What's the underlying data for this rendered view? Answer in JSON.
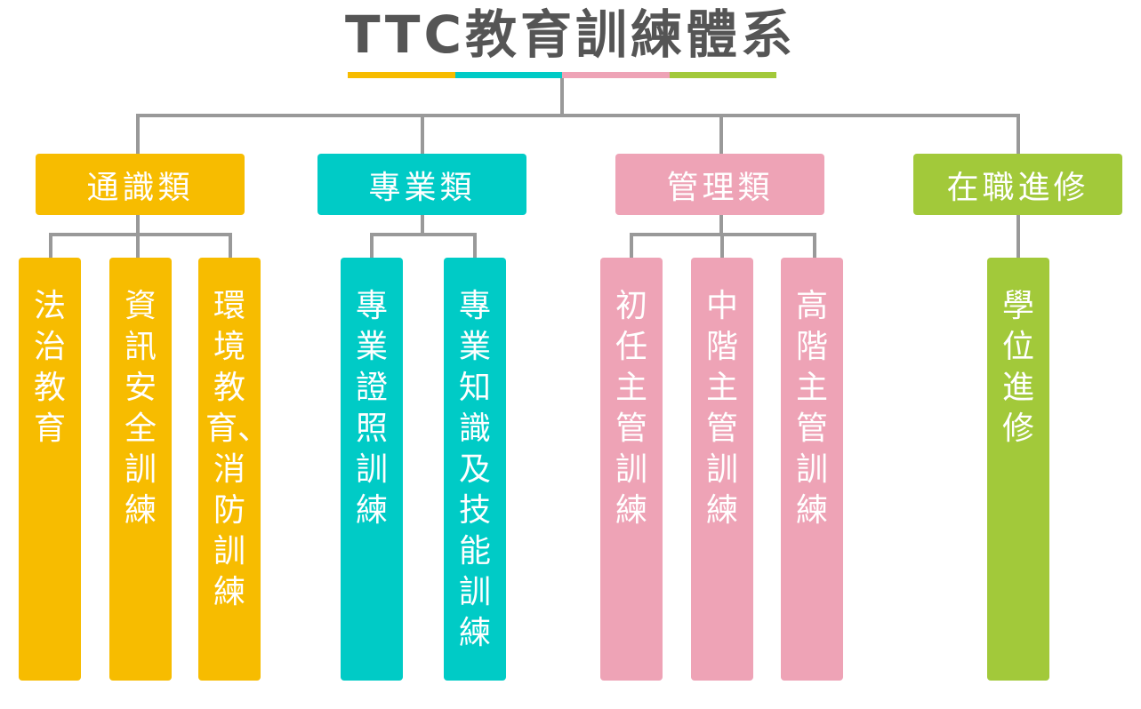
{
  "title": "TTC教育訓練體系",
  "colors": {
    "yellow": "#f7bc00",
    "teal": "#00cbc6",
    "pink": "#eea3b6",
    "green": "#a2c93a",
    "line": "#999999",
    "title": "#555555"
  },
  "categories": [
    {
      "label": "通識類",
      "color": "#f7bc00",
      "items": [
        "法治教育",
        "資訊安全訓練",
        "環境教育、消防訓練"
      ]
    },
    {
      "label": "專業類",
      "color": "#00cbc6",
      "items": [
        "專業證照訓練",
        "專業知識及技能訓練"
      ]
    },
    {
      "label": "管理類",
      "color": "#eea3b6",
      "items": [
        "初任主管訓練",
        "中階主管訓練",
        "高階主管訓練"
      ]
    },
    {
      "label": "在職進修",
      "color": "#a2c93a",
      "items": [
        "學位進修"
      ]
    }
  ]
}
